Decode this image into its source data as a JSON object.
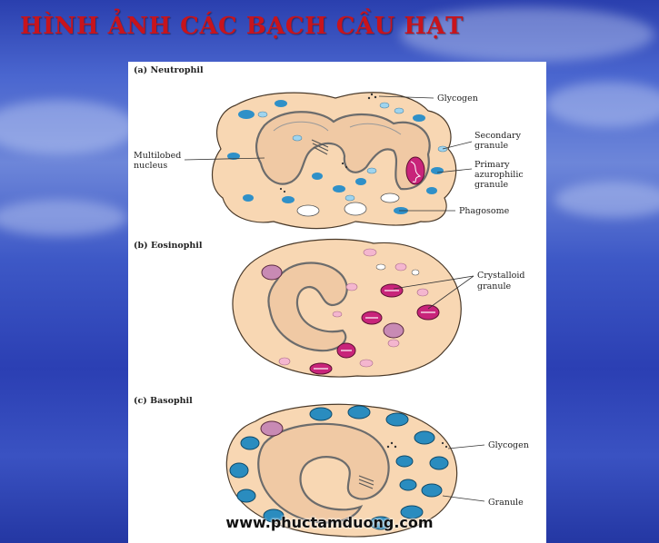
{
  "title": "HÌNH ẢNH CÁC BẠCH CẦU HẠT",
  "colors": {
    "title": "#c8141c",
    "cytoplasm": "#f8d7b3",
    "nucleus": "#f0c9a4",
    "blue_granule": "#2f90c8",
    "light_blue_granule": "#9fd4ee",
    "crystalloid_granule": "#c8247a",
    "pink_granule": "#f4b6cf"
  },
  "panels": {
    "neutrophil": {
      "heading": "(a) Neutrophil",
      "labels": {
        "glycogen": "Glycogen",
        "secondary_1": "Secondary",
        "secondary_2": "granule",
        "primary_1": "Primary",
        "primary_2": "azurophilic",
        "primary_3": "granule",
        "nucleus_1": "Multilobed",
        "nucleus_2": "nucleus",
        "phagosome": "Phagosome"
      }
    },
    "eosinophil": {
      "heading": "(b) Eosinophil",
      "labels": {
        "crystalloid_1": "Crystalloid",
        "crystalloid_2": "granule"
      }
    },
    "basophil": {
      "heading": "(c) Basophil",
      "labels": {
        "glycogen": "Glycogen",
        "granule": "Granule"
      }
    }
  },
  "watermark": "www.phuctamduong.com"
}
